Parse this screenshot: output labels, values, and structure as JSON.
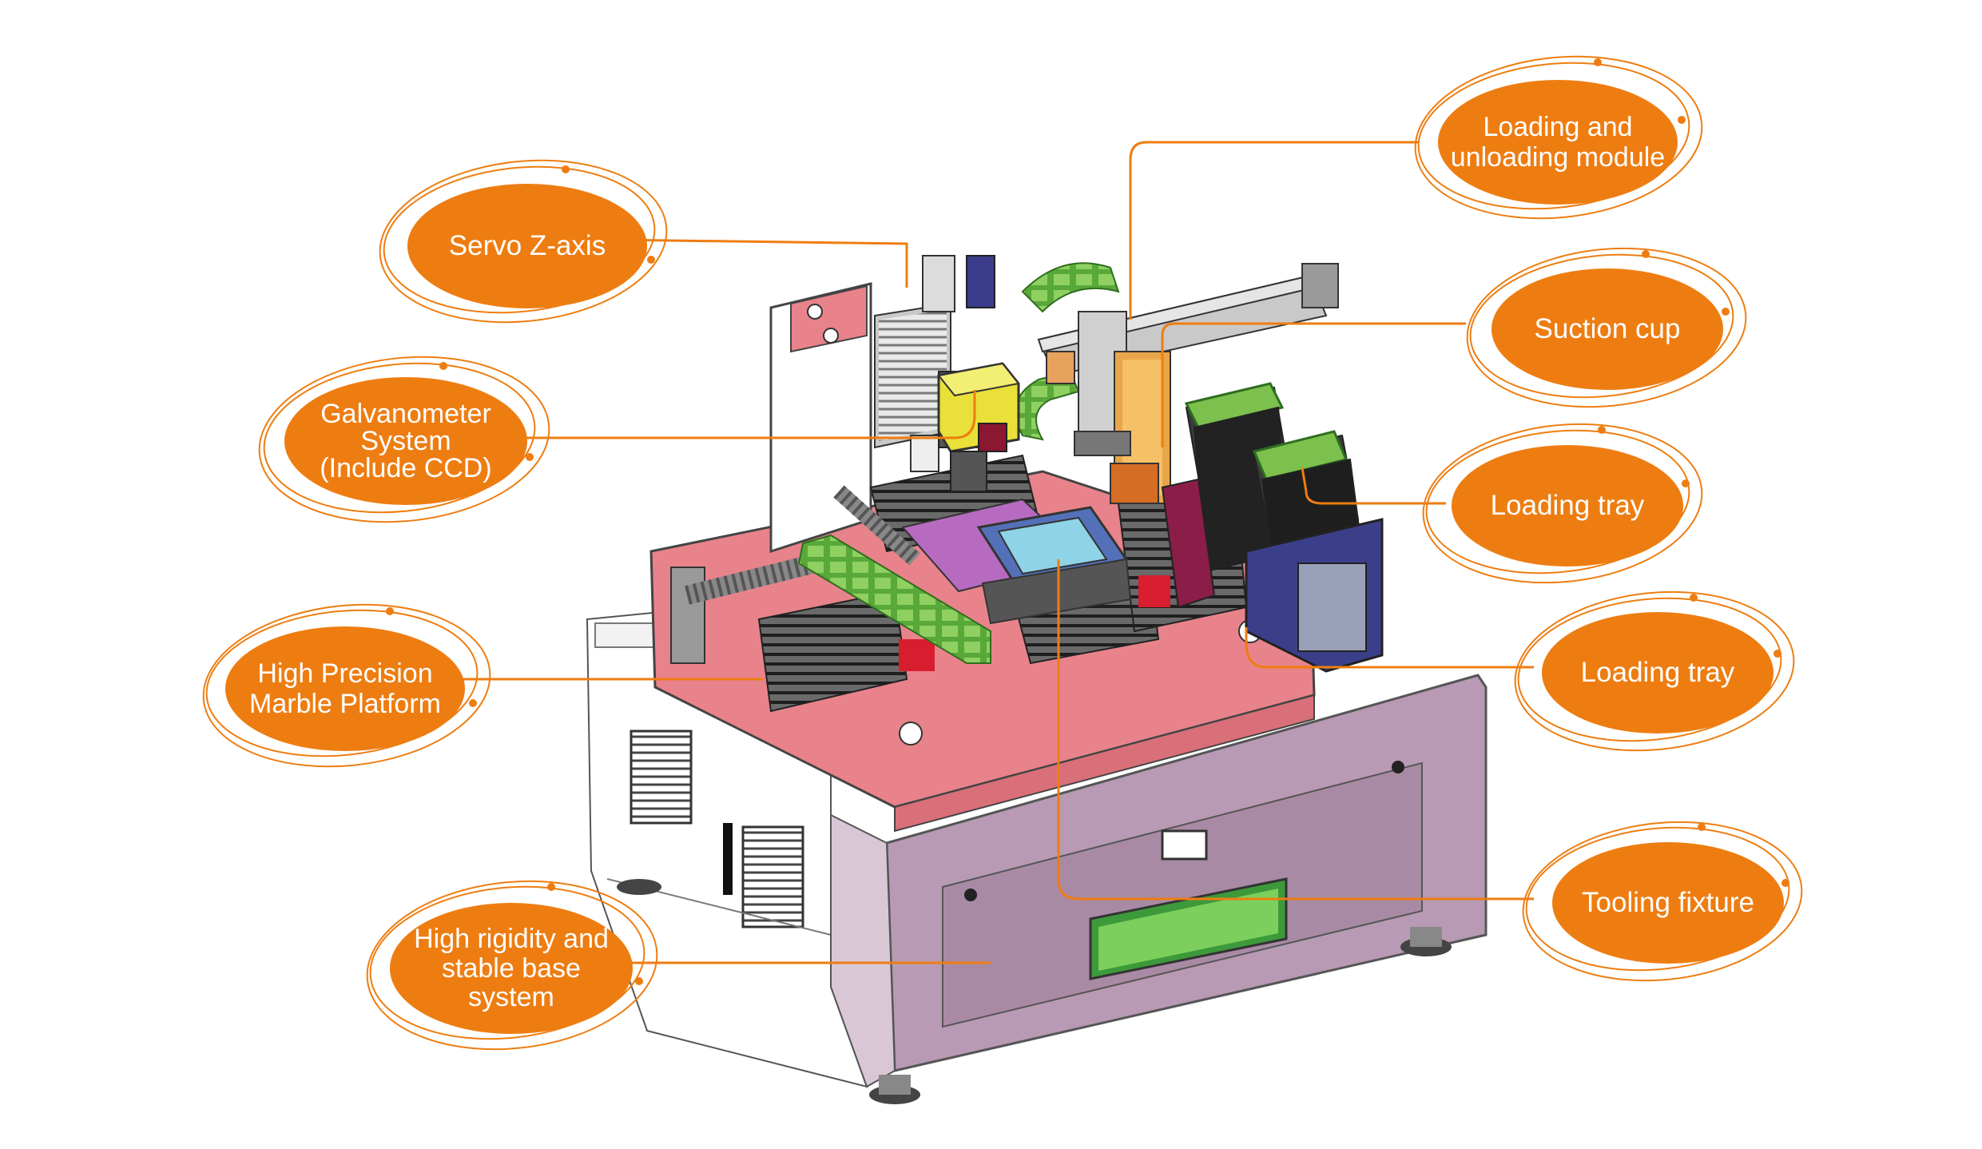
{
  "callouts": {
    "servo_z_axis": "Servo Z-axis",
    "galvanometer": "Galvanometer\nSystem\n(Include CCD)",
    "marble_platform": "High Precision\nMarble Platform",
    "base_system": "High rigidity and\nstable base\nsystem",
    "loading_unloading": "Loading and\nunloading module",
    "suction_cup": "Suction cup",
    "loading_tray_1": "Loading tray",
    "loading_tray_2": "Loading tray",
    "tooling_fixture": "Tooling fixture"
  },
  "colors": {
    "callout_fill": "#EE7D11",
    "leader_line": "#EE7D11",
    "marble_top": "#E8838B",
    "base_cabinet": "#B89AB4",
    "green_part": "#7CC04E",
    "yellow_part": "#E9E03A"
  }
}
